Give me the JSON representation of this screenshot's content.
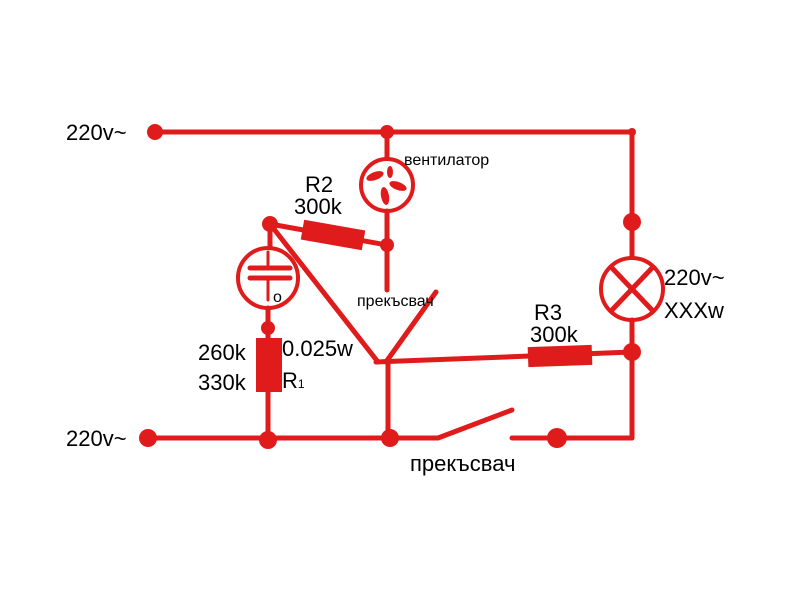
{
  "colors": {
    "wire": "#e01b1b",
    "text": "#000000",
    "background": "#ffffff"
  },
  "labels": {
    "supply_top": "220v~",
    "supply_bottom": "220v~",
    "fan": "вентилатор",
    "r2_name": "R2",
    "r2_value": "300k",
    "capacitor_mark": "o",
    "switch_upper": "прекъсвач",
    "r1_value_a": "260k",
    "r1_value_b": "330k",
    "r1_power": "0.025w",
    "r1_name": "R",
    "r1_sub": "1",
    "r3_name": "R3",
    "r3_value": "300k",
    "lamp_voltage": "220v~",
    "lamp_power": "XXXw",
    "switch_lower": "прекъсвач"
  }
}
